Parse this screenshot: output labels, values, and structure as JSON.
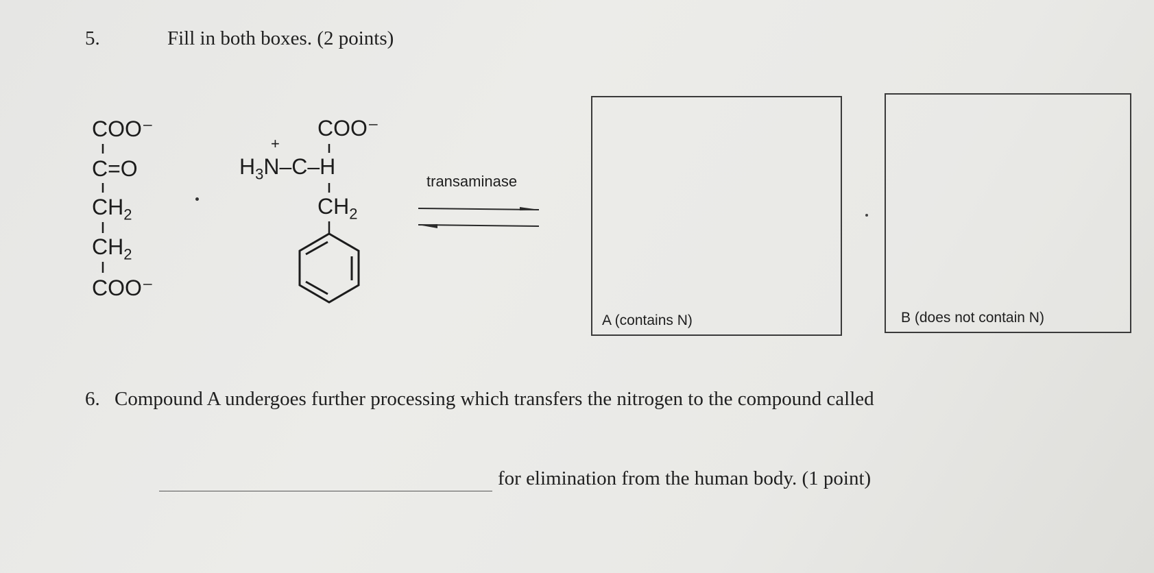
{
  "q5": {
    "number": "5.",
    "prompt": "Fill in both boxes. (2 points)"
  },
  "reactant1": {
    "top": "COO⁻",
    "c2": "C=O",
    "ch2a": "CH",
    "ch2a_sub": "2",
    "ch2b": "CH",
    "ch2b_sub": "2",
    "bottom": "COO⁻"
  },
  "reactant2": {
    "top": "COO⁻",
    "plus": "+",
    "amine": "H",
    "amine_sub": "3",
    "amine_n": "N",
    "alpha": "–C–H",
    "ch2": "CH",
    "ch2_sub": "2"
  },
  "arrow": {
    "enzyme": "transaminase"
  },
  "box_a": {
    "label": "A (contains N)"
  },
  "box_b": {
    "label": "B (does not contain N)"
  },
  "q6": {
    "number": "6.",
    "line1": "Compound A undergoes further processing which transfers the nitrogen to the compound called",
    "line2": "for elimination from the human body. (1 point)",
    "answer_value": ""
  }
}
